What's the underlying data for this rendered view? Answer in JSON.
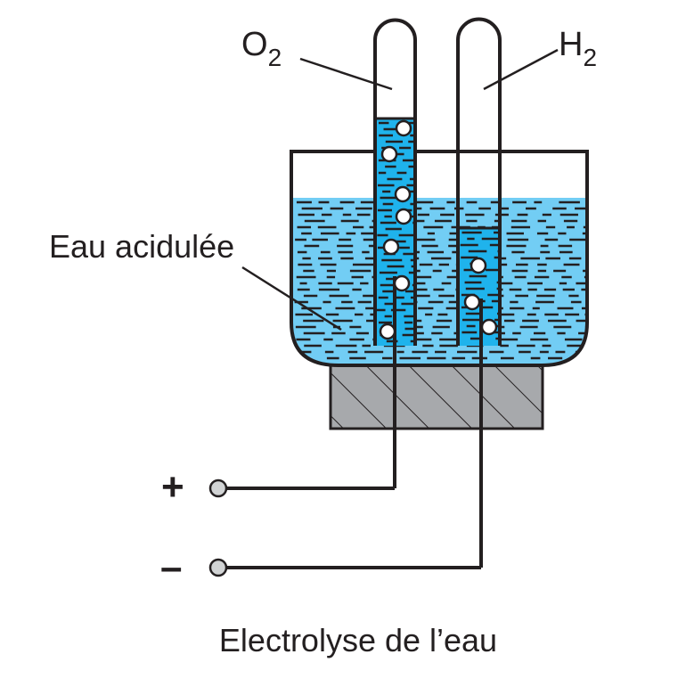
{
  "labels": {
    "oxygen": "O",
    "oxygen_sub": "2",
    "hydrogen": "H",
    "hydrogen_sub": "2",
    "water": "Eau acidulée",
    "plus": "+",
    "minus": "–"
  },
  "caption": "Electrolyse de l’eau",
  "colors": {
    "water_light": "#72cdf4",
    "water_tube": "#1fb3ec",
    "outline": "#231f20",
    "stand": "#a7a9ac",
    "bubble": "#ffffff",
    "terminal": "#d1d3d4"
  }
}
